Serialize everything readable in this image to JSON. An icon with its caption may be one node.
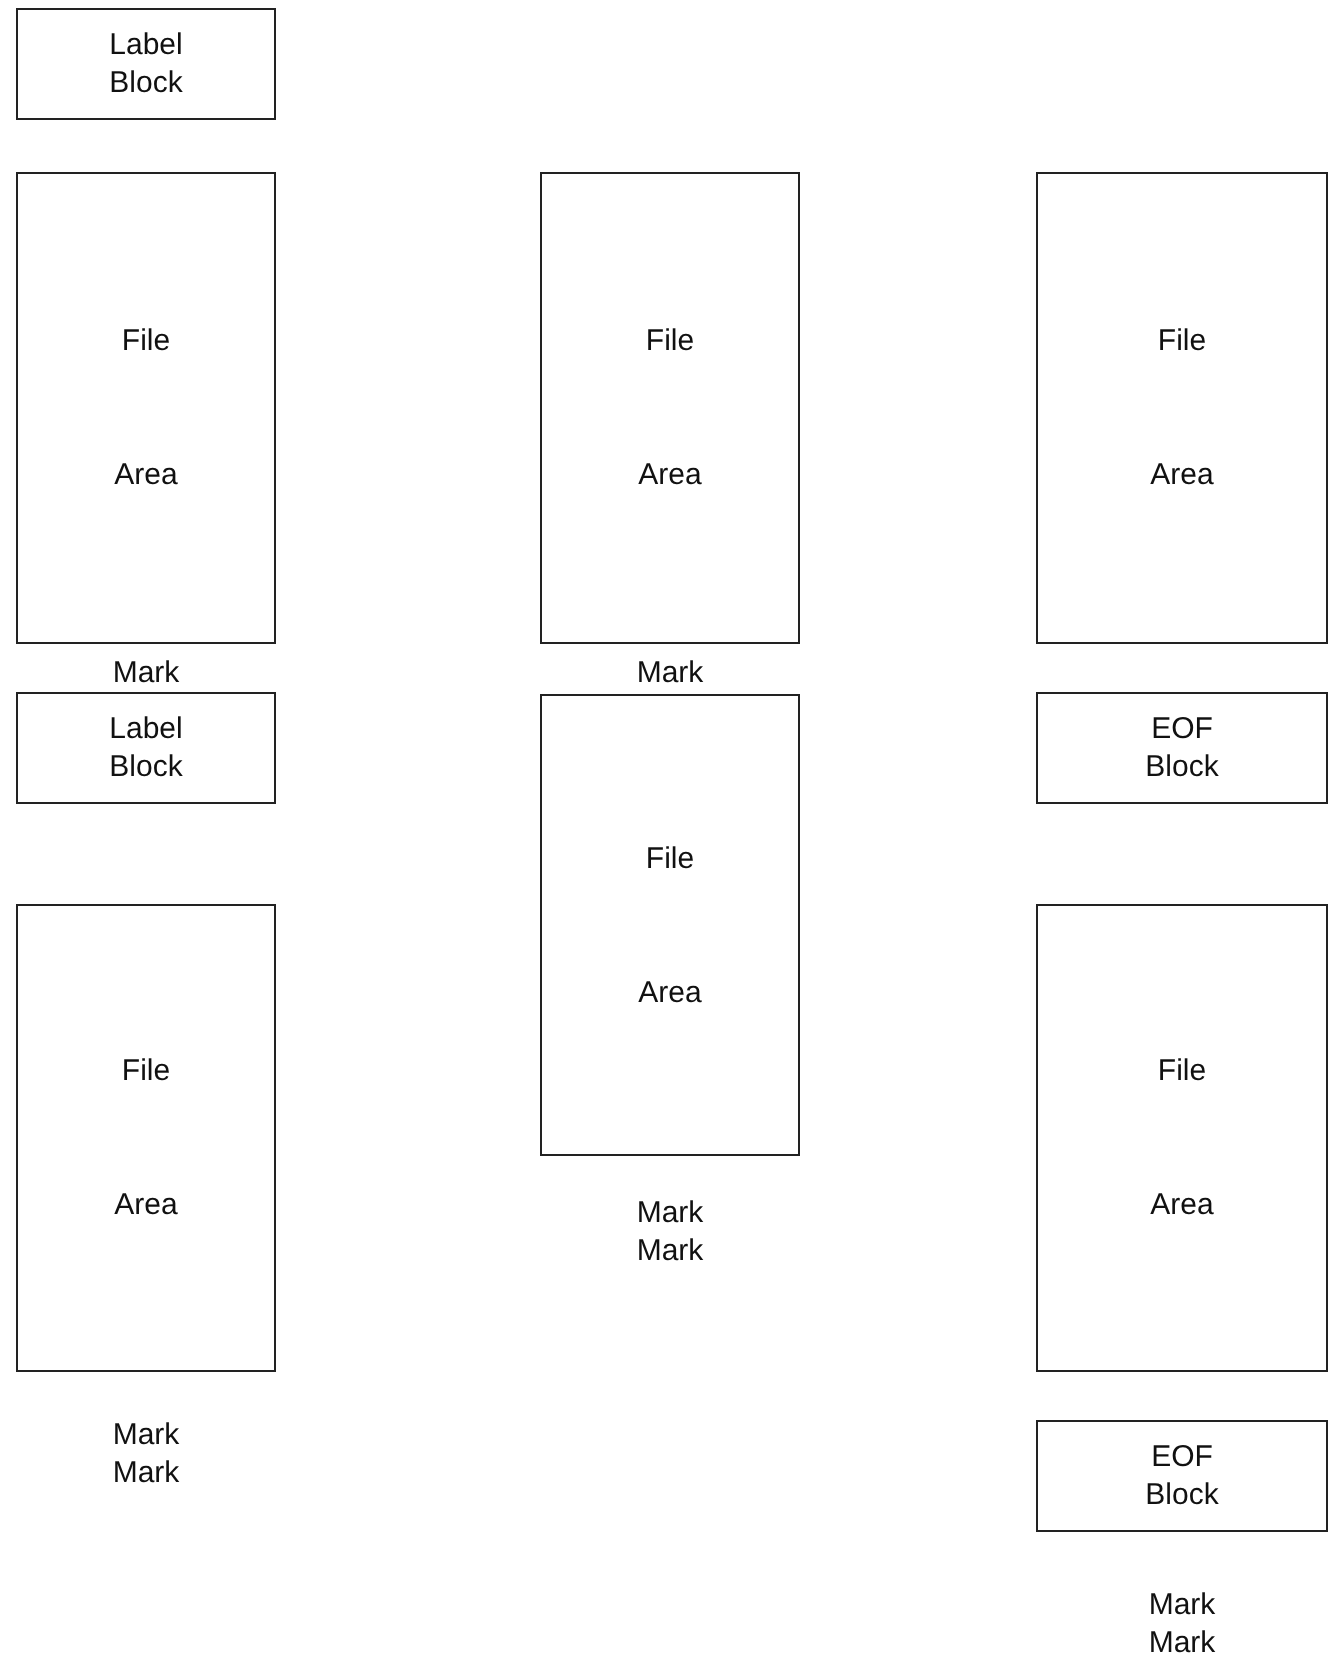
{
  "diagram": {
    "nodes": [
      {
        "text": [
          "Label Block"
        ]
      },
      {
        "text": [
          "File Area"
        ],
        "beside": [
          "Mark"
        ]
      },
      {
        "text": [
          "Label Block"
        ]
      },
      {
        "text": [
          "File Area"
        ],
        "beside": [
          "Mark",
          "Mark"
        ]
      },
      {
        "text": [
          "File Area"
        ],
        "beside": [
          "Mark"
        ]
      },
      {
        "text": [
          "File Area"
        ],
        "beside": [
          "Mark",
          "Mark"
        ]
      },
      {
        "text": [
          "File Area"
        ]
      },
      {
        "text": [
          "EOF Block"
        ]
      },
      {
        "text": [
          "File Area"
        ]
      },
      {
        "text": [
          "EOF Block"
        ],
        "beside": [
          "Mark",
          "Mark"
        ]
      }
    ]
  }
}
